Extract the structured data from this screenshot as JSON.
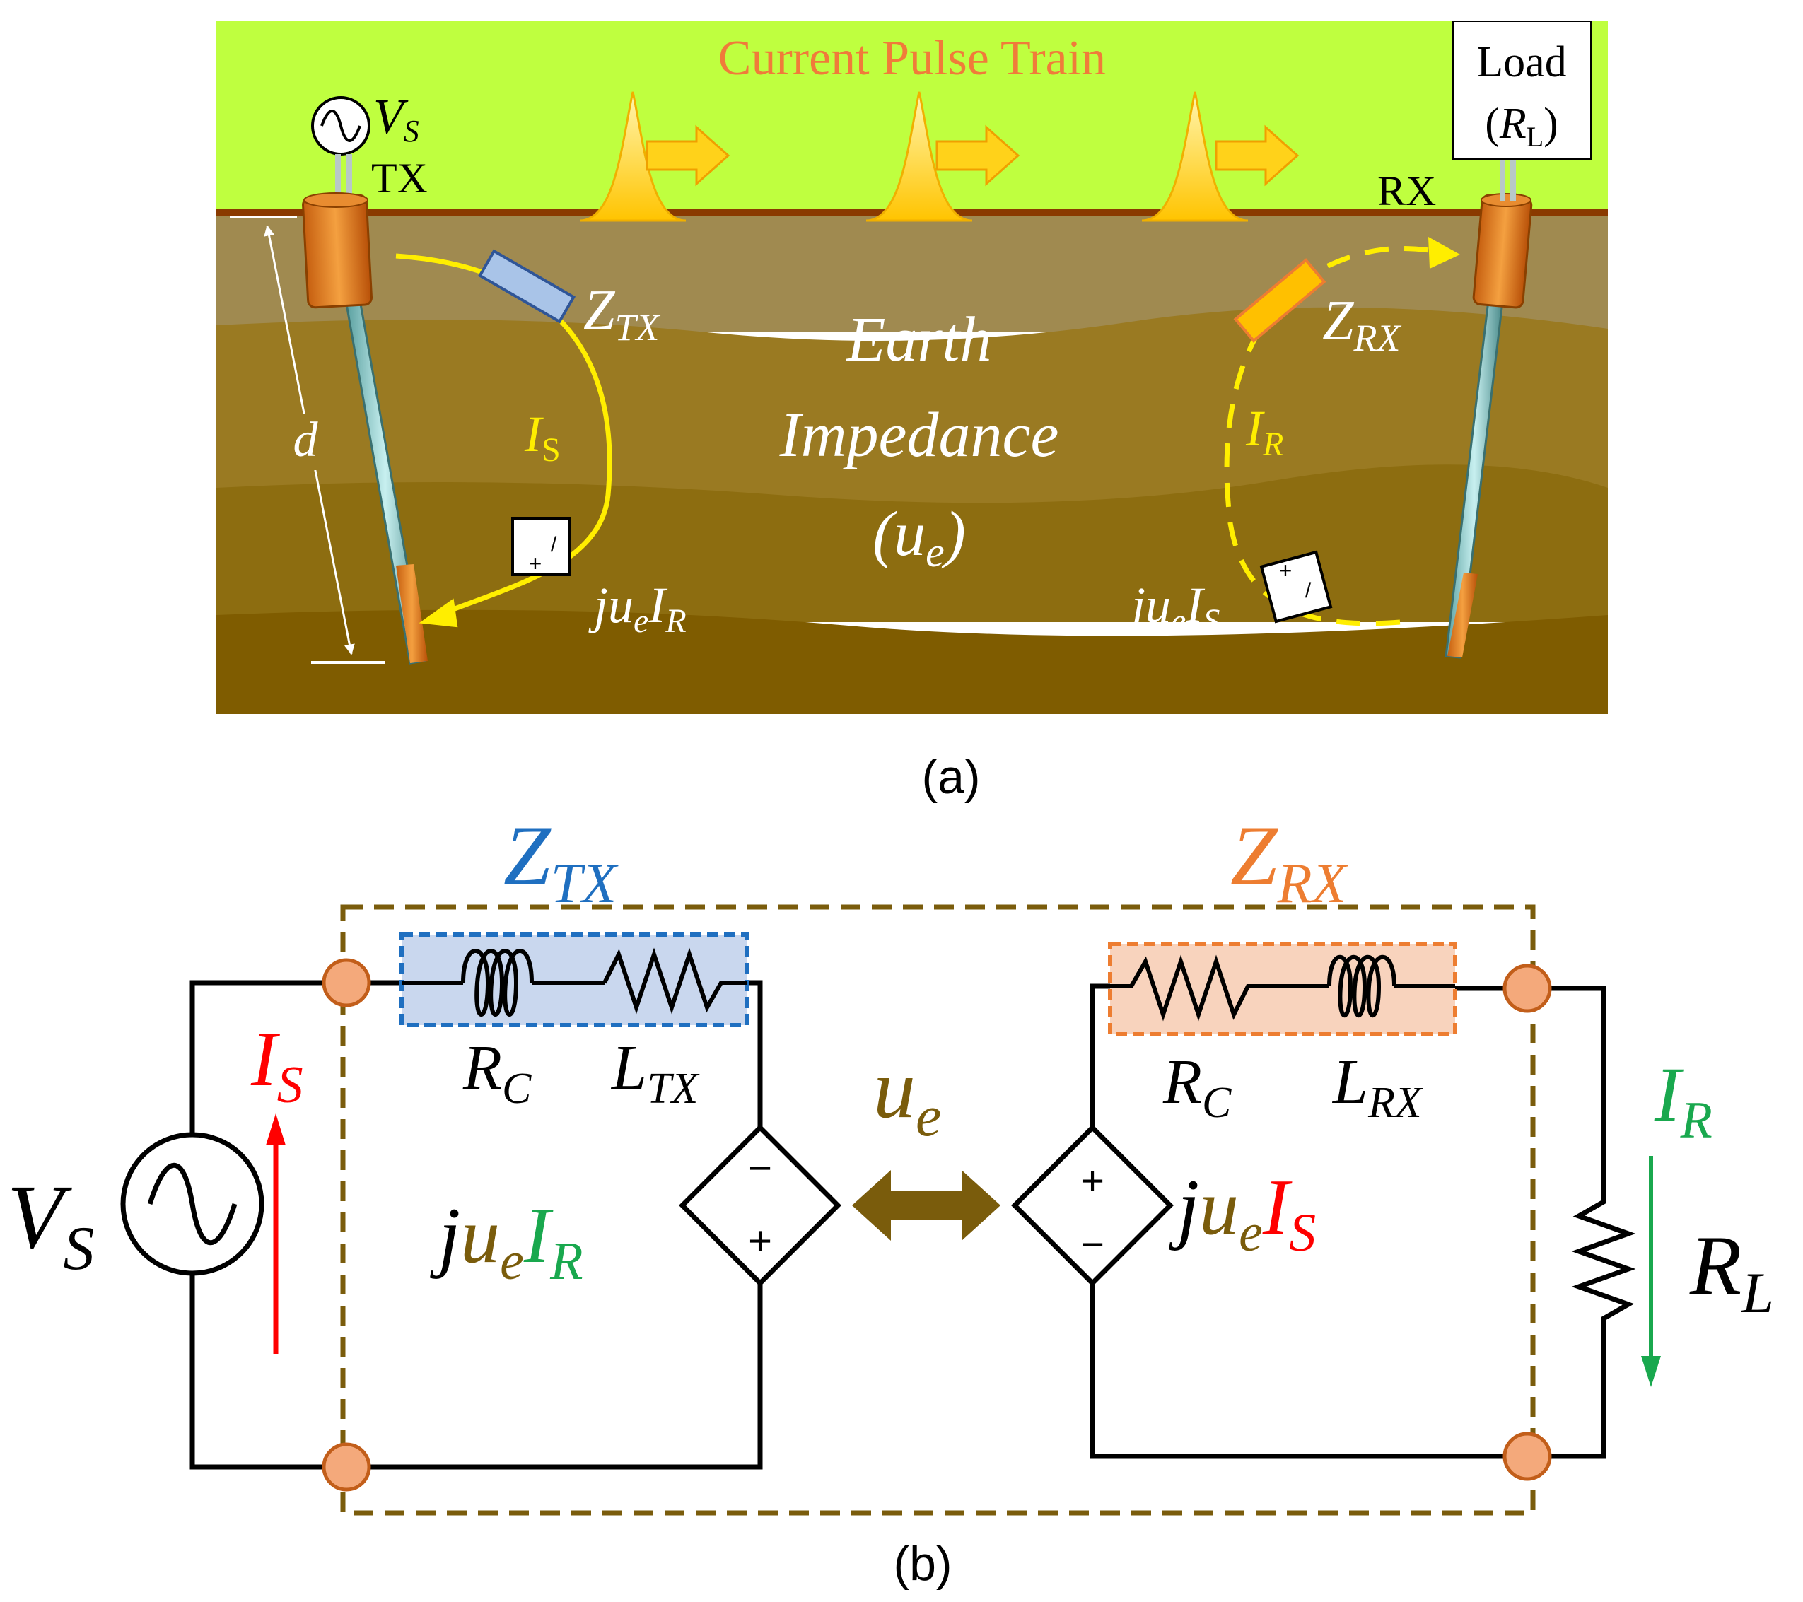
{
  "panel_a": {
    "caption": "(a)",
    "title": "Current Pulse Train",
    "source_main": "V",
    "source_sub": "S",
    "tx_label": "TX",
    "rx_label": "RX",
    "load_line1": "Load",
    "load_line2_open": "(",
    "load_line2_var": "R",
    "load_line2_sub": "L",
    "load_line2_close": ")",
    "depth_label": "d",
    "ztx_main": "Z",
    "ztx_sub": "TX",
    "zrx_main": "Z",
    "zrx_sub": "RX",
    "is_main": "I",
    "is_sub": "S",
    "ir_main": "I",
    "ir_sub": "R",
    "earth_line1": "Earth",
    "earth_line2": "Impedance",
    "earth_line3_open": "(u",
    "earth_line3_sub": "e",
    "earth_line3_close": ")",
    "dep_tx_main": "ju",
    "dep_tx_sub1": "e",
    "dep_tx_main2": "I",
    "dep_tx_sub2": "R",
    "dep_rx_main": "ju",
    "dep_rx_sub1": "e",
    "dep_rx_main2": "I",
    "dep_rx_sub2": "S",
    "src_plus": "+",
    "src_minus": "/"
  },
  "panel_b": {
    "caption": "(b)",
    "ztx_main": "Z",
    "ztx_sub": "TX",
    "zrx_main": "Z",
    "zrx_sub": "RX",
    "vs_main": "V",
    "vs_sub": "S",
    "is_main": "I",
    "is_sub": "S",
    "ir_main": "I",
    "ir_sub": "R",
    "rc_left_main": "R",
    "rc_left_sub": "C",
    "ltx_main": "L",
    "ltx_sub": "TX",
    "rc_right_main": "R",
    "rc_right_sub": "C",
    "lrx_main": "L",
    "lrx_sub": "RX",
    "rl_main": "R",
    "rl_sub": "L",
    "ue_main": "u",
    "ue_sub": "e",
    "dep_left": {
      "j": "j",
      "u": "u",
      "e": "e",
      "I": "I",
      "R": "R"
    },
    "dep_right": {
      "j": "j",
      "u": "u",
      "e": "e",
      "I": "I",
      "S": "S"
    },
    "minus": "−",
    "plus": "+"
  },
  "colors": {
    "sky": "#bfff3f",
    "soil_top": "#a08a50",
    "soil_mid": "#9a7a22",
    "soil_deep": "#7f5c00",
    "pulse": "#ffd21a",
    "ztx_blue": "#1f6fc0",
    "zrx_orange": "#ed7d31",
    "current_red": "#ff0000",
    "current_green": "#19a84e",
    "ue_brown": "#7a5c0c",
    "terminal": "#f4a97b"
  }
}
